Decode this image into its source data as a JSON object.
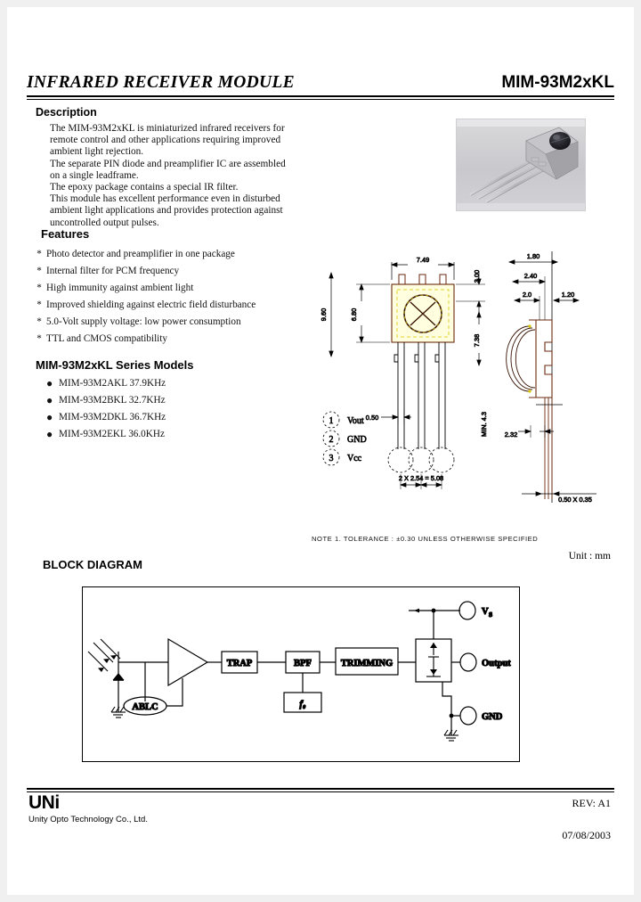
{
  "header": {
    "title": "INFRARED RECEIVER MODULE",
    "part_number": "MIM-93M2xKL"
  },
  "description": {
    "heading": "Description",
    "lines": [
      "The MIM-93M2xKL is miniaturized infrared receivers for",
      "remote control and other applications requiring improved",
      "ambient light rejection.",
      "The separate PIN diode and preamplifier IC are assembled",
      "on a single leadframe.",
      "The epoxy package contains a special IR filter.",
      "This module has excellent performance even in disturbed",
      "ambient light applications and provides protection against",
      "uncontrolled output pulses."
    ]
  },
  "photo": {
    "caption": "ir-receiver-module-photo"
  },
  "features": {
    "heading": "Features",
    "bullet_glyph": "*",
    "items": [
      "Photo detector and preamplifier in one package",
      "Internal filter for PCM frequency",
      "High immunity against ambient light",
      "Improved shielding against electric field disturbance",
      "5.0-Volt supply voltage: low power consumption",
      "TTL and CMOS compatibility"
    ]
  },
  "models": {
    "heading": "MIM-93M2xKL Series Models",
    "bullet_glyph": "●",
    "items": [
      "MIM-93M2AKL 37.9KHz",
      "MIM-93M2BKL 32.7KHz",
      "MIM-93M2DKL 36.7KHz",
      "MIM-93M2EKL 36.0KHz"
    ]
  },
  "mechanical": {
    "dimensions": {
      "front_width": "7.49",
      "front_body_height": "6.80",
      "front_total_height": "9.60",
      "lens_to_top": "3.00",
      "lens_center_height": "7.38",
      "lead_pitch": "2.54",
      "lead_pitch_note": "2 X 2.54 = 5.08",
      "lead_width": "0.50",
      "lead_thickness_note": "MIN. 4.3",
      "side_top": "1.80",
      "side_second": "2.40",
      "side_third": "2.0",
      "side_fourth": "1.20",
      "side_body": "2.32",
      "side_lead": "0.50 X 0.35"
    },
    "pins": [
      {
        "num": "1",
        "label": "Vout"
      },
      {
        "num": "2",
        "label": "GND"
      },
      {
        "num": "3",
        "label": "Vcc"
      }
    ],
    "note": "NOTE 1. TOLERANCE : ±0.30 UNLESS OTHERWISE SPECIFIED",
    "unit": "Unit : mm"
  },
  "block_diagram": {
    "heading": "BLOCK DIAGRAM",
    "blocks": [
      {
        "label": "TRAP"
      },
      {
        "label": "BPF"
      },
      {
        "label": "TRIMMING"
      },
      {
        "label": "f₀"
      },
      {
        "label": "ABLC"
      }
    ],
    "terminals": [
      {
        "label": "Vₛ"
      },
      {
        "label": "Output"
      },
      {
        "label": "GND"
      }
    ]
  },
  "footer": {
    "logo_text": "UNi",
    "company": "Unity Opto Technology Co., Ltd.",
    "revision": "REV: A1",
    "date": "07/08/2003"
  }
}
